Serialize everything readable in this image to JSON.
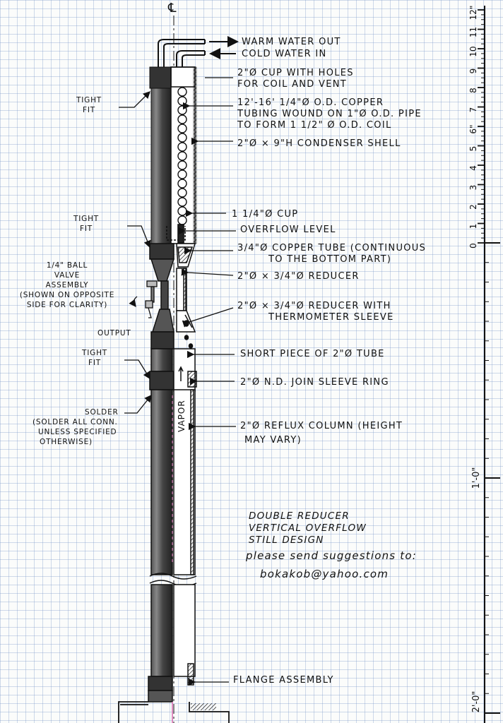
{
  "centerline_symbol": "℄",
  "labels": {
    "warm_water_out": "WARM WATER OUT",
    "cold_water_in": "COLD WATER IN",
    "cup_line1": "2\"Ø CUP WITH HOLES",
    "cup_line2": "FOR COIL AND VENT",
    "coil_line1": "12'-16'  1/4\"Ø O.D. COPPER",
    "coil_line2": "TUBING WOUND ON 1\"Ø O.D. PIPE",
    "coil_line3": "TO FORM  1 1/2\" Ø O.D. COIL",
    "condenser_shell": "2\"Ø × 9\"H  CONDENSER SHELL",
    "cup_small": "1 1/4\"Ø CUP",
    "overflow_level": "OVERFLOW LEVEL",
    "copper_tube_line1": "3/4\"Ø COPPER TUBE (CONTINUOUS",
    "copper_tube_line2": "TO THE BOTTOM PART)",
    "reducer": "2\"Ø × 3/4\"Ø  REDUCER",
    "reducer_thermo_line1": "2\"Ø × 3/4\"Ø  REDUCER  WITH",
    "reducer_thermo_line2": "THERMOMETER SLEEVE",
    "short_piece": "SHORT PIECE OF 2\"Ø TUBE",
    "join_sleeve": "2\"Ø N.D. JOIN SLEEVE RING",
    "reflux_line1": "2\"Ø REFLUX COLUMN (HEIGHT",
    "reflux_line2": "MAY VARY)",
    "flange": "FLANGE ASSEMBLY",
    "tight_fit_1a": "TIGHT",
    "tight_fit_1b": "FIT",
    "tight_fit_2a": "TIGHT",
    "tight_fit_2b": "FIT",
    "tight_fit_3a": "TIGHT",
    "tight_fit_3b": "FIT",
    "ball_valve_line1": "1/4\" BALL",
    "ball_valve_line2": "VALVE",
    "ball_valve_line3": "ASSEMBLY",
    "ball_valve_line4": "(SHOWN ON OPPOSITE",
    "ball_valve_line5": "SIDE FOR CLARITY)",
    "output": "OUTPUT",
    "solder_line1": "SOLDER",
    "solder_line2": "(SOLDER ALL CONN.",
    "solder_line3": "UNLESS SPECIFIED",
    "solder_line4": "OTHERWISE)",
    "vapor": "VAPOR",
    "title_line1": "DOUBLE REDUCER",
    "title_line2": "VERTICAL OVERFLOW",
    "title_line3": "STILL DESIGN",
    "contact_line1": "please send suggestions to:",
    "contact_line2": "bokakob@yahoo.com"
  },
  "ruler": {
    "inch_labels": [
      "0",
      "1",
      "2",
      "3",
      "4",
      "5",
      "6\"",
      "7",
      "8",
      "9",
      "10",
      "11",
      "12\""
    ],
    "foot_label_1": "1'-0\"",
    "foot_label_2": "2'-0\""
  },
  "colors": {
    "ink": "#111111",
    "grid": "#a8bde0",
    "paper": "#fbfcfb",
    "pink_accent": "#d86ab0"
  }
}
